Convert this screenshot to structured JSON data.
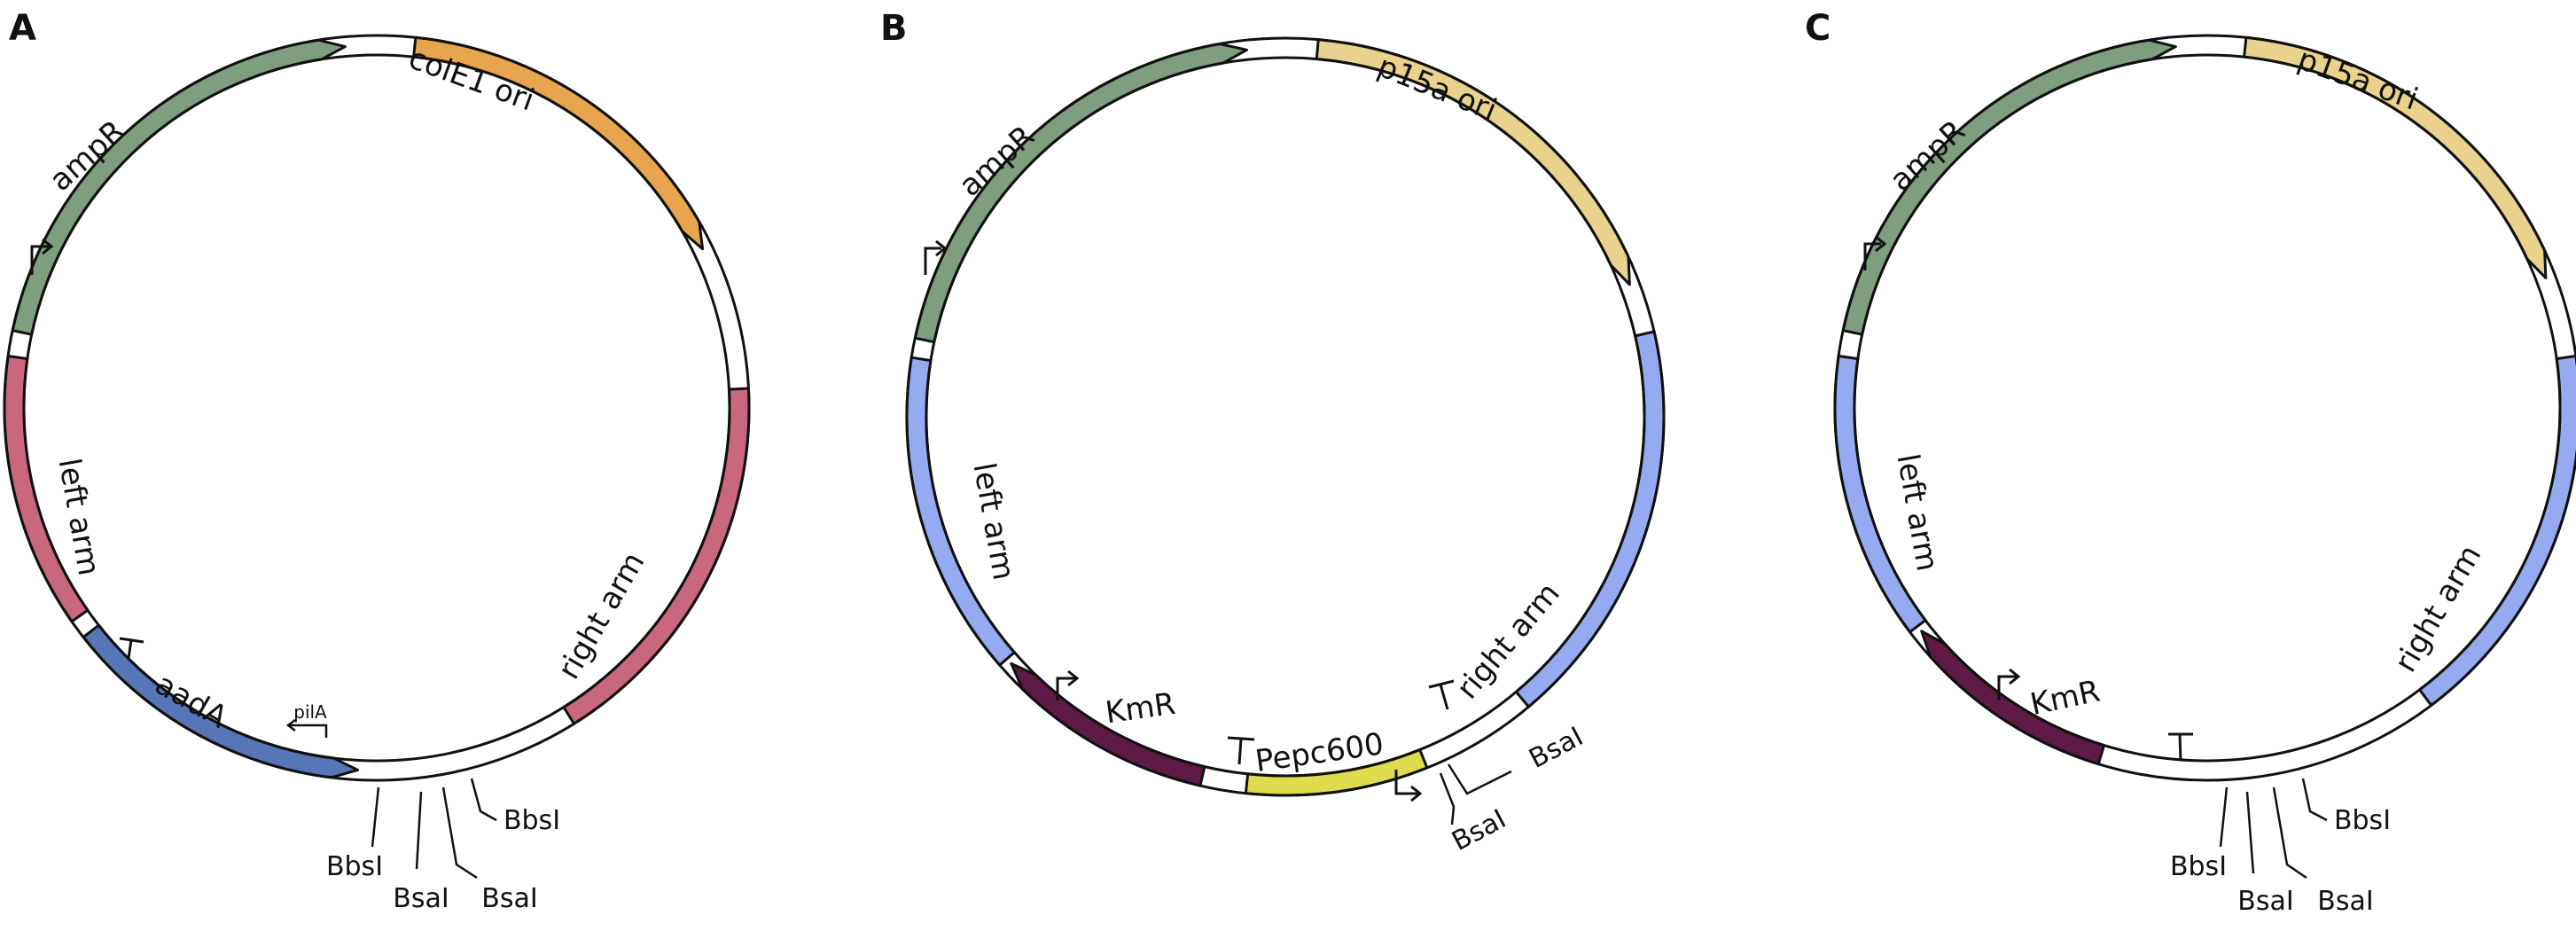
{
  "colors": {
    "ampR": "#7f9e80",
    "colE1_ori": "#e8a54e",
    "p15a_ori": "#e8d28e",
    "arm_red": "#c8677e",
    "arm_blue": "#95aaf0",
    "aadA": "#5676b7",
    "KmR": "#5e1a44",
    "Pepc600": "#dcdc4c",
    "backbone": "#ffffff",
    "outline": "#111111"
  },
  "panels": [
    {
      "id": "A",
      "label": "A",
      "features": [
        {
          "name": "colE1 ori",
          "color": "colE1_ori"
        },
        {
          "name": "ampR",
          "color": "ampR"
        },
        {
          "name": "left arm",
          "color": "arm_red"
        },
        {
          "name": "right arm",
          "color": "arm_red"
        },
        {
          "name": "aadA",
          "color": "aadA"
        },
        {
          "name": "pilA",
          "color": ""
        }
      ],
      "sites": [
        "BbsI",
        "BsaI",
        "BsaI",
        "BbsI"
      ]
    },
    {
      "id": "B",
      "label": "B",
      "features": [
        {
          "name": "p15a ori",
          "color": "p15a_ori"
        },
        {
          "name": "ampR",
          "color": "ampR"
        },
        {
          "name": "left arm",
          "color": "arm_blue"
        },
        {
          "name": "right arm",
          "color": "arm_blue"
        },
        {
          "name": "KmR",
          "color": "KmR"
        },
        {
          "name": "Pepc600",
          "color": "Pepc600"
        }
      ],
      "sites": [
        "BsaI",
        "BsaI"
      ]
    },
    {
      "id": "C",
      "label": "C",
      "features": [
        {
          "name": "p15a ori",
          "color": "p15a_ori"
        },
        {
          "name": "ampR",
          "color": "ampR"
        },
        {
          "name": "left arm",
          "color": "arm_blue"
        },
        {
          "name": "right arm",
          "color": "arm_blue"
        },
        {
          "name": "KmR",
          "color": "KmR"
        }
      ],
      "sites": [
        "BbsI",
        "BsaI",
        "BsaI",
        "BbsI"
      ]
    }
  ]
}
